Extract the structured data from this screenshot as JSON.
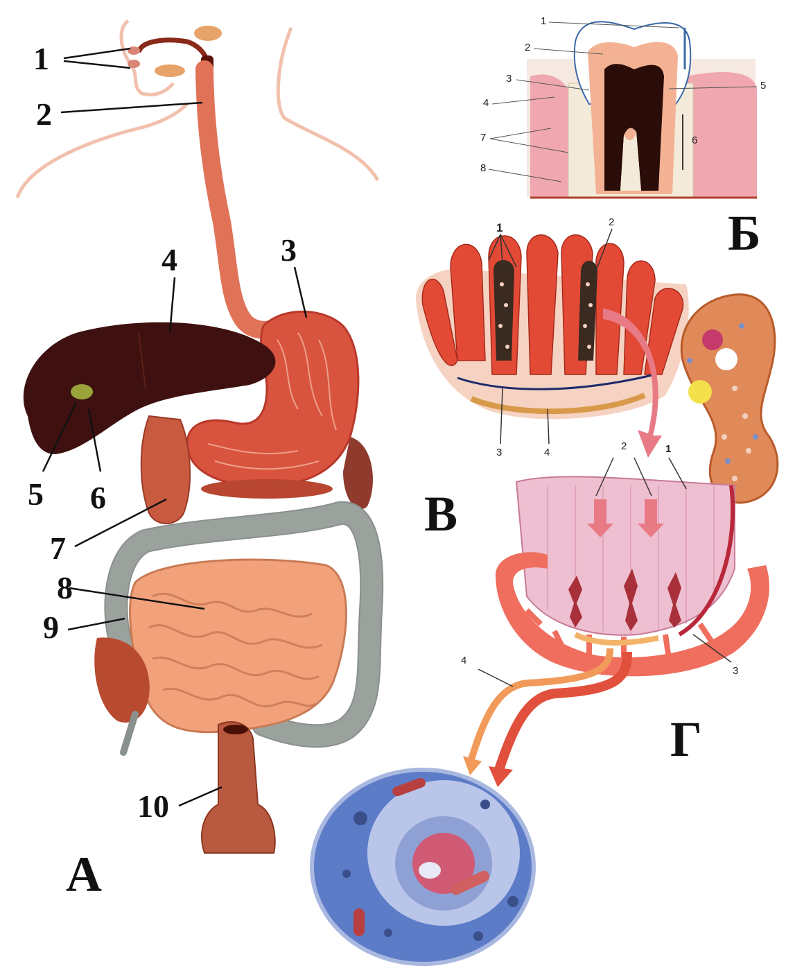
{
  "panel_a": {
    "panel_letter": "А",
    "labels": [
      "1",
      "2",
      "3",
      "4",
      "5",
      "6",
      "7",
      "8",
      "9",
      "10"
    ]
  },
  "panel_b": {
    "panel_letter": "Б",
    "labels": [
      "1",
      "2",
      "3",
      "4",
      "5",
      "6",
      "7",
      "8"
    ]
  },
  "panel_v": {
    "panel_letter": "В",
    "labels": [
      "1",
      "2",
      "3",
      "4"
    ]
  },
  "panel_g": {
    "panel_letter": "Г",
    "labels": [
      "1",
      "2",
      "3",
      "4"
    ]
  },
  "colors": {
    "liver": "#3e1110",
    "stomach": "#d9543f",
    "esophagus": "#e07258",
    "small_intestine": "#f2a27a",
    "large_intestine": "#8a918c",
    "gum": "#f0a7b0",
    "pulp": "#2a0c08",
    "villi": "#e34a36",
    "cell": "#4f70c0"
  }
}
